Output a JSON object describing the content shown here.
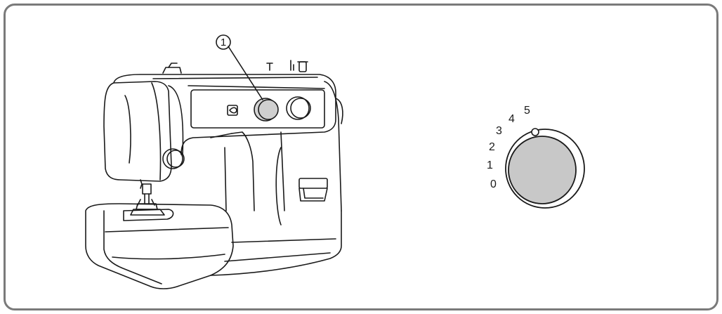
{
  "callout": {
    "marker": "1"
  },
  "dial": {
    "scale_labels": [
      "0",
      "1",
      "2",
      "3",
      "4",
      "5"
    ],
    "fill_color": "#c8c8c8",
    "stroke_color": "#1a1a1a"
  },
  "frame": {
    "border_color": "#7a7a7a"
  }
}
